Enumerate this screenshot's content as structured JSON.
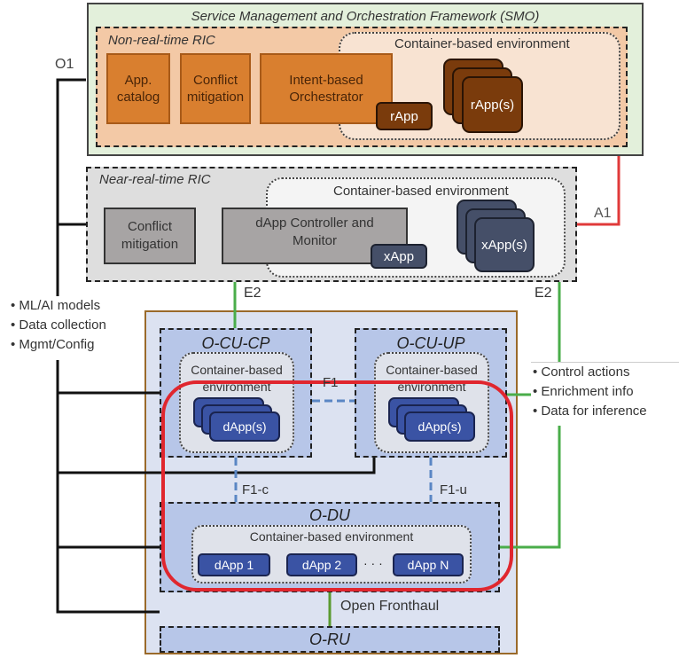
{
  "colors": {
    "smo_bg": "#e3f0db",
    "nonrt_bg": "#f3c9a6",
    "orange_block": "#d97f2f",
    "rapp": "#7a3b0c",
    "nearrt_bg": "#dedede",
    "grey_block": "#a7a4a4",
    "xapp": "#454f68",
    "ran_bg": "#dce2f1",
    "node_bg": "#b7c6e8",
    "dapp": "#3a53a4",
    "a1_line": "#e03a3a",
    "e2_line": "#4aad4a",
    "f1_line": "#5a86c4",
    "highlight": "#e0262e"
  },
  "smo": {
    "title": "Service Management and Orchestration Framework (SMO)",
    "nonrt_ric": {
      "title": "Non-real-time RIC",
      "container_label": "Container-based environment",
      "blocks": [
        "App.\ncatalog",
        "Conflict\nmitigation",
        "Intent-based\nOrchestrator"
      ],
      "block_lines": [
        [
          "App.",
          "catalog"
        ],
        [
          "Conflict",
          "mitigation"
        ],
        [
          "Intent-based",
          "Orchestrator"
        ]
      ],
      "rapp_label": "rApp",
      "rapps_label": "rApp(s)"
    }
  },
  "near_rt_ric": {
    "title": "Near-real-time RIC",
    "container_label": "Container-based environment",
    "conflict_lines": [
      "Conflict",
      "mitigation"
    ],
    "controller_lines": [
      "dApp Controller and",
      "Monitor"
    ],
    "xapp_label": "xApp",
    "xapps_label": "xApp(s)"
  },
  "interfaces": {
    "o1": "O1",
    "a1": "A1",
    "e2_left": "E2",
    "e2_right": "E2",
    "f1": "F1",
    "f1c": "F1-c",
    "f1u": "F1-u",
    "fronthaul": "Open Fronthaul"
  },
  "o1_list": [
    "• ML/AI models",
    "• Data collection",
    "• Mgmt/Config"
  ],
  "e2_list": [
    "• Control actions",
    "• Enrichment info",
    "• Data for inference"
  ],
  "ran": {
    "cu_cp": {
      "title": "O-CU-CP",
      "container_lines": [
        "Container-based",
        "environment"
      ],
      "dapps_label": "dApp(s)"
    },
    "cu_up": {
      "title": "O-CU-UP",
      "container_lines": [
        "Container-based",
        "environment"
      ],
      "dapps_label": "dApp(s)"
    },
    "du": {
      "title": "O-DU",
      "container_label": "Container-based environment",
      "dapps": [
        "dApp 1",
        "dApp 2",
        "dApp N"
      ],
      "ellipsis": "· · ·"
    },
    "ru": {
      "title": "O-RU"
    }
  }
}
